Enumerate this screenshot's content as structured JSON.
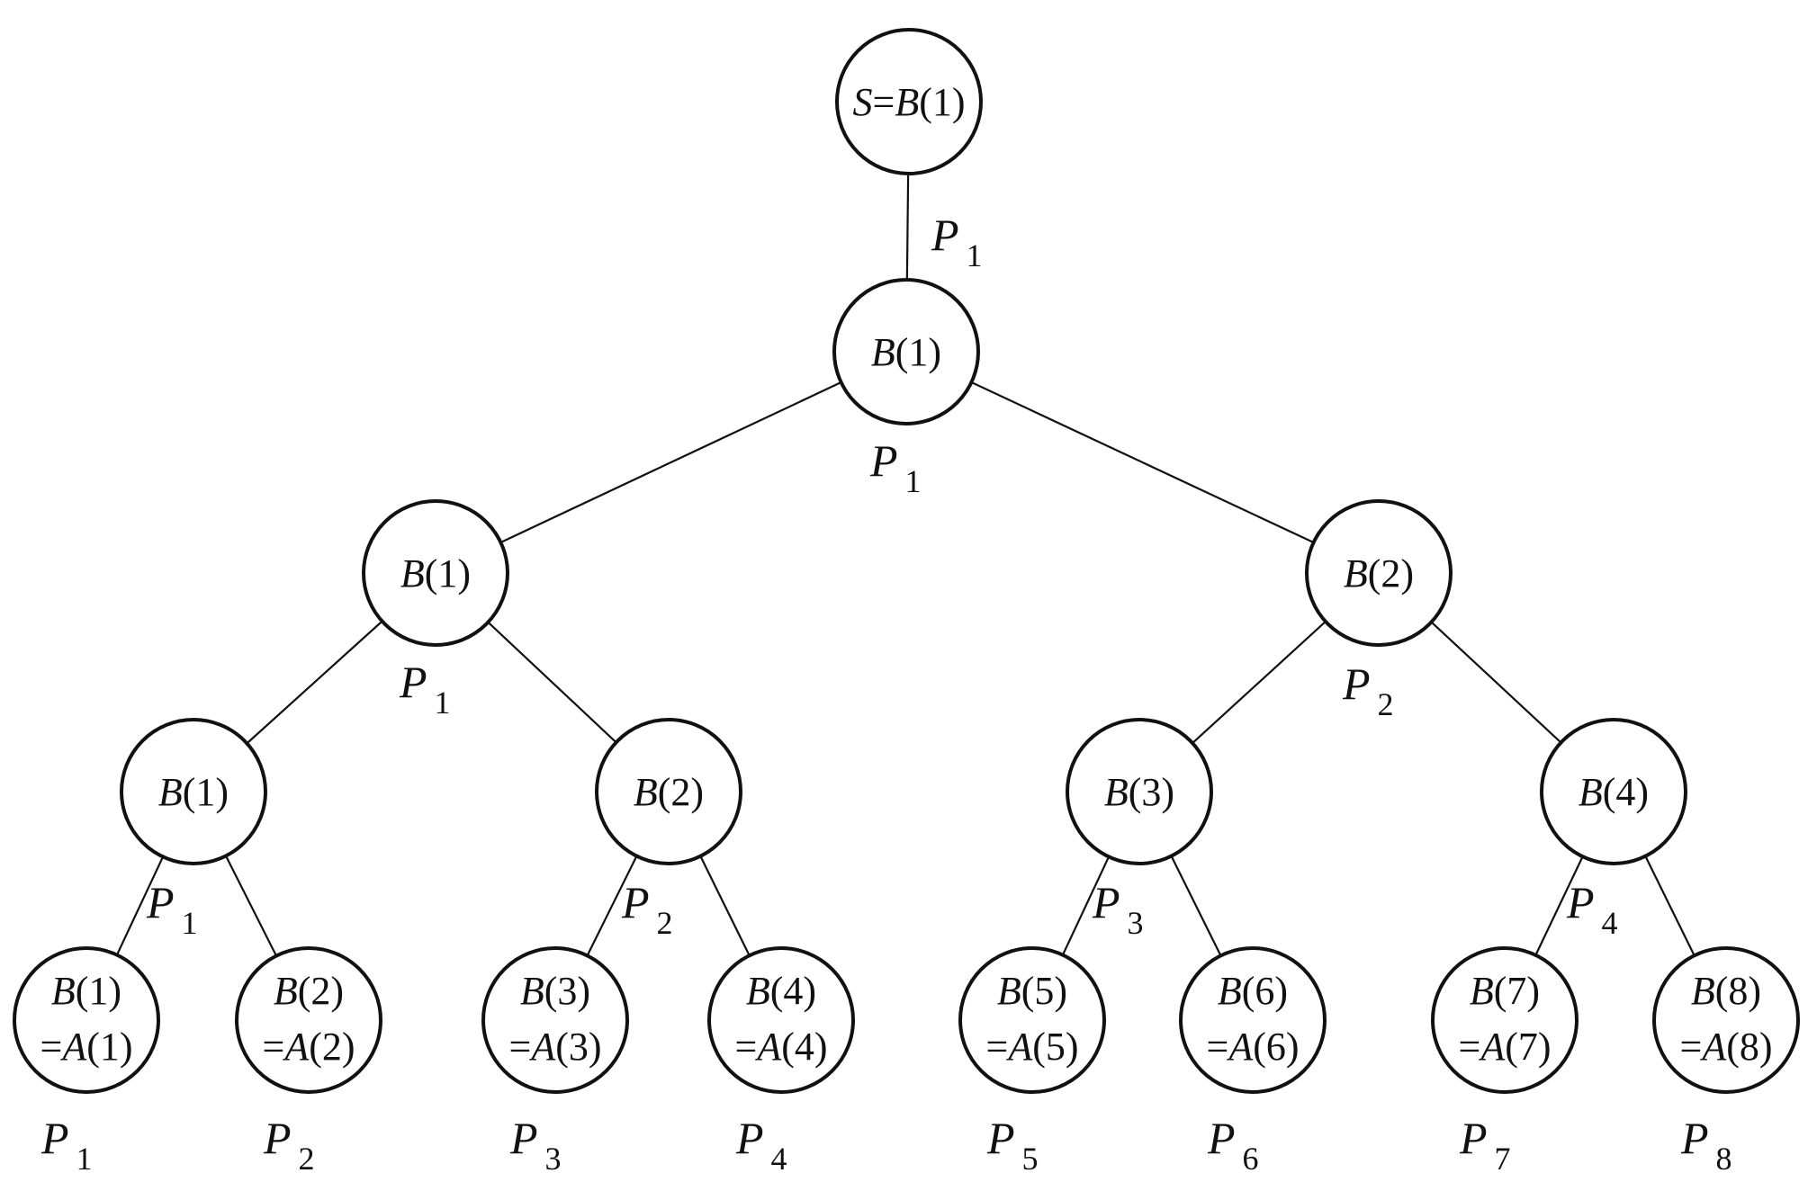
{
  "diagram": {
    "type": "binary-tree",
    "nodes": [
      {
        "id": "root",
        "lines": [
          [
            {
              "t": "S",
              "i": true
            },
            {
              "t": "=",
              "i": false
            },
            {
              "t": "B",
              "i": true
            },
            {
              "t": "(1)",
              "i": false
            }
          ]
        ],
        "processor": "1",
        "proc_pos": "edge"
      },
      {
        "id": "l1",
        "lines": [
          [
            {
              "t": "B",
              "i": true
            },
            {
              "t": "(1)",
              "i": false
            }
          ]
        ],
        "processor": "1",
        "proc_pos": "below",
        "parent": "root"
      },
      {
        "id": "l2a",
        "lines": [
          [
            {
              "t": "B",
              "i": true
            },
            {
              "t": "(1)",
              "i": false
            }
          ]
        ],
        "processor": "1",
        "proc_pos": "below",
        "parent": "l1"
      },
      {
        "id": "l2b",
        "lines": [
          [
            {
              "t": "B",
              "i": true
            },
            {
              "t": "(2)",
              "i": false
            }
          ]
        ],
        "processor": "2",
        "proc_pos": "below",
        "parent": "l1"
      },
      {
        "id": "l3a",
        "lines": [
          [
            {
              "t": "B",
              "i": true
            },
            {
              "t": "(1)",
              "i": false
            }
          ]
        ],
        "processor": "1",
        "proc_pos": "below",
        "parent": "l2a"
      },
      {
        "id": "l3b",
        "lines": [
          [
            {
              "t": "B",
              "i": true
            },
            {
              "t": "(2)",
              "i": false
            }
          ]
        ],
        "processor": "2",
        "proc_pos": "below",
        "parent": "l2a"
      },
      {
        "id": "l3c",
        "lines": [
          [
            {
              "t": "B",
              "i": true
            },
            {
              "t": "(3)",
              "i": false
            }
          ]
        ],
        "processor": "3",
        "proc_pos": "below",
        "parent": "l2b"
      },
      {
        "id": "l3d",
        "lines": [
          [
            {
              "t": "B",
              "i": true
            },
            {
              "t": "(4)",
              "i": false
            }
          ]
        ],
        "processor": "4",
        "proc_pos": "below",
        "parent": "l2b"
      },
      {
        "id": "leaf1",
        "lines": [
          [
            {
              "t": "B",
              "i": true
            },
            {
              "t": "(1)",
              "i": false
            }
          ],
          [
            {
              "t": "=",
              "i": false
            },
            {
              "t": "A",
              "i": true
            },
            {
              "t": "(1)",
              "i": false
            }
          ]
        ],
        "processor": "1",
        "proc_pos": "leaf",
        "parent": "l3a"
      },
      {
        "id": "leaf2",
        "lines": [
          [
            {
              "t": "B",
              "i": true
            },
            {
              "t": "(2)",
              "i": false
            }
          ],
          [
            {
              "t": "=",
              "i": false
            },
            {
              "t": "A",
              "i": true
            },
            {
              "t": "(2)",
              "i": false
            }
          ]
        ],
        "processor": "2",
        "proc_pos": "leaf",
        "parent": "l3a"
      },
      {
        "id": "leaf3",
        "lines": [
          [
            {
              "t": "B",
              "i": true
            },
            {
              "t": "(3)",
              "i": false
            }
          ],
          [
            {
              "t": "=",
              "i": false
            },
            {
              "t": "A",
              "i": true
            },
            {
              "t": "(3)",
              "i": false
            }
          ]
        ],
        "processor": "3",
        "proc_pos": "leaf",
        "parent": "l3b"
      },
      {
        "id": "leaf4",
        "lines": [
          [
            {
              "t": "B",
              "i": true
            },
            {
              "t": "(4)",
              "i": false
            }
          ],
          [
            {
              "t": "=",
              "i": false
            },
            {
              "t": "A",
              "i": true
            },
            {
              "t": "(4)",
              "i": false
            }
          ]
        ],
        "processor": "4",
        "proc_pos": "leaf",
        "parent": "l3b"
      },
      {
        "id": "leaf5",
        "lines": [
          [
            {
              "t": "B",
              "i": true
            },
            {
              "t": "(5)",
              "i": false
            }
          ],
          [
            {
              "t": "=",
              "i": false
            },
            {
              "t": "A",
              "i": true
            },
            {
              "t": "(5)",
              "i": false
            }
          ]
        ],
        "processor": "5",
        "proc_pos": "leaf",
        "parent": "l3c"
      },
      {
        "id": "leaf6",
        "lines": [
          [
            {
              "t": "B",
              "i": true
            },
            {
              "t": "(6)",
              "i": false
            }
          ],
          [
            {
              "t": "=",
              "i": false
            },
            {
              "t": "A",
              "i": true
            },
            {
              "t": "(6)",
              "i": false
            }
          ]
        ],
        "processor": "6",
        "proc_pos": "leaf",
        "parent": "l3c"
      },
      {
        "id": "leaf7",
        "lines": [
          [
            {
              "t": "B",
              "i": true
            },
            {
              "t": "(7)",
              "i": false
            }
          ],
          [
            {
              "t": "=",
              "i": false
            },
            {
              "t": "A",
              "i": true
            },
            {
              "t": "(7)",
              "i": false
            }
          ]
        ],
        "processor": "7",
        "proc_pos": "leaf",
        "parent": "l3d"
      },
      {
        "id": "leaf8",
        "lines": [
          [
            {
              "t": "B",
              "i": true
            },
            {
              "t": "(8)",
              "i": false
            }
          ],
          [
            {
              "t": "=",
              "i": false
            },
            {
              "t": "A",
              "i": true
            },
            {
              "t": "(8)",
              "i": false
            }
          ]
        ],
        "processor": "8",
        "proc_pos": "leaf",
        "parent": "l3d"
      }
    ],
    "processor_letter": "P"
  }
}
